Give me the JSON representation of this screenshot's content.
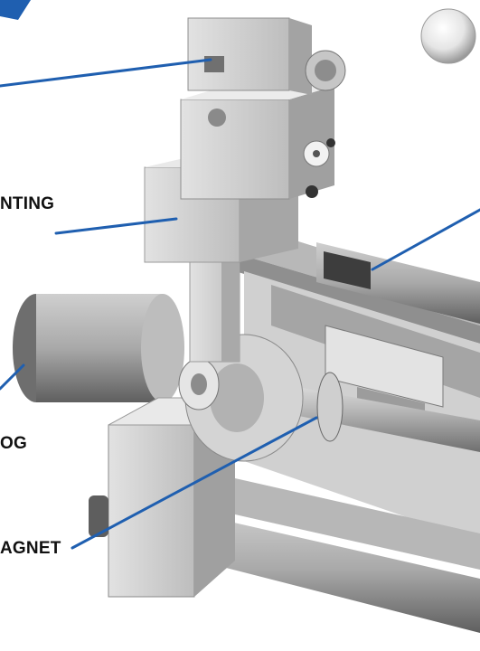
{
  "callouts": {
    "mounting": "NTING",
    "dog": "OG",
    "magnet": "AGNET"
  },
  "colors": {
    "leader_line": "#1f5fb0",
    "metal_light": "#d9d9d9",
    "metal_mid": "#b3b3b3",
    "metal_dark": "#6e6e6e",
    "background": "#ffffff"
  }
}
